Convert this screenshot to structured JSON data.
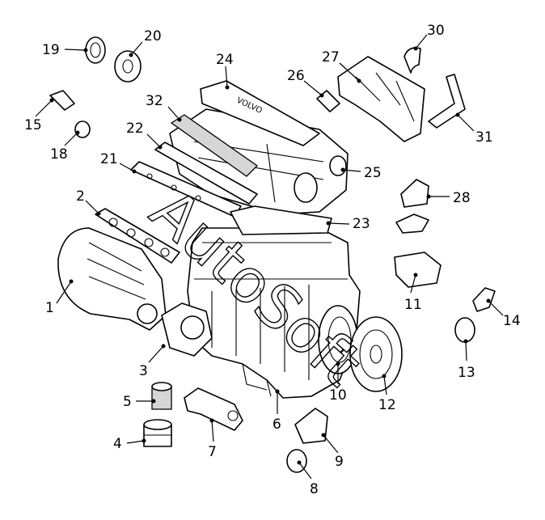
{
  "watermark": "AutoSoft",
  "cover_logo": "VOLVO",
  "callouts": {
    "c1": "1",
    "c2": "2",
    "c3": "3",
    "c4": "4",
    "c5": "5",
    "c6": "6",
    "c7": "7",
    "c8": "8",
    "c9": "9",
    "c10": "10",
    "c11": "11",
    "c12": "12",
    "c13": "13",
    "c14": "14",
    "c15": "15",
    "c18": "18",
    "c19": "19",
    "c20": "20",
    "c21": "21",
    "c22": "22",
    "c23": "23",
    "c24": "24",
    "c25": "25",
    "c26": "26",
    "c27": "27",
    "c28": "28",
    "c30": "30",
    "c31": "31",
    "c32": "32"
  }
}
